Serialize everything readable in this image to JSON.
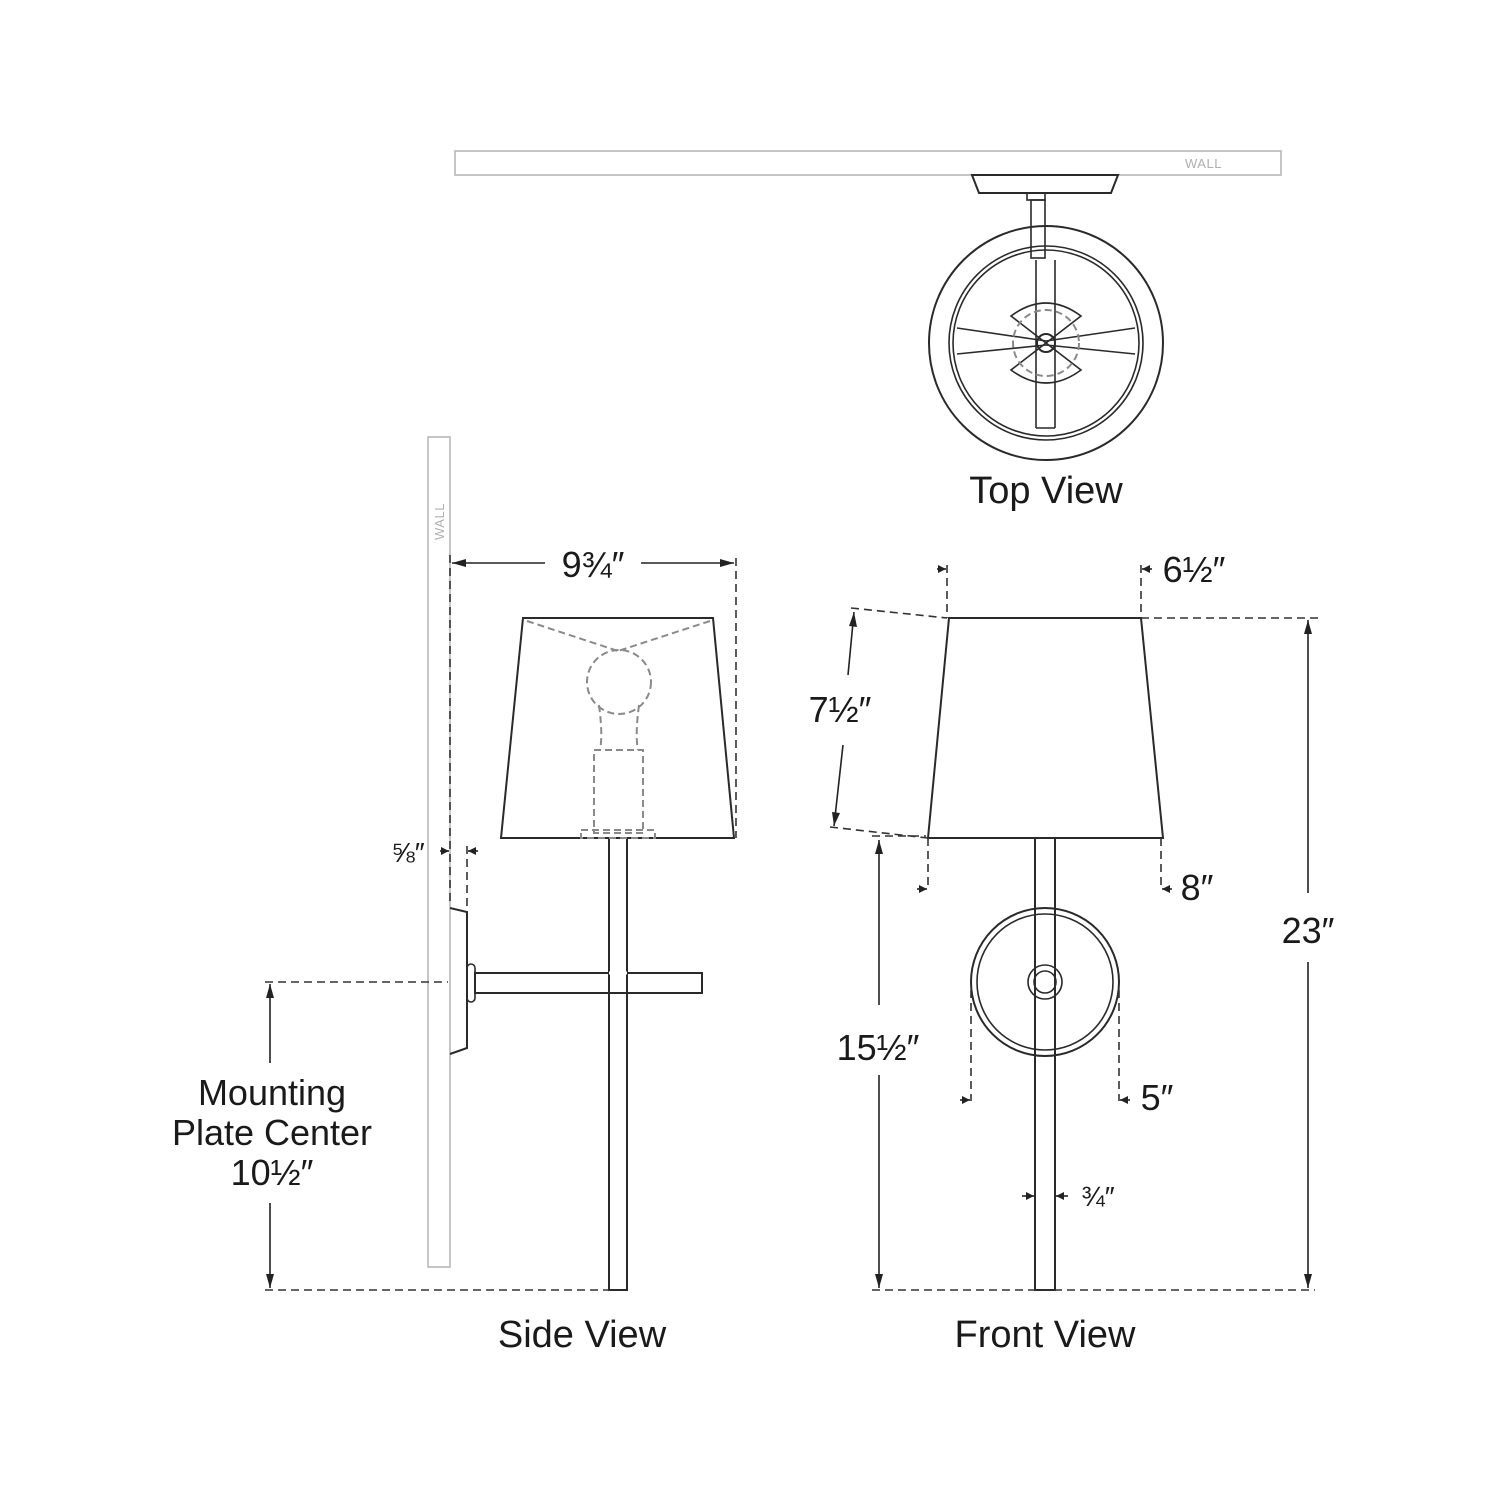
{
  "drawing": {
    "background": "#ffffff",
    "line_color": "#2a2a2a",
    "wall_color": "#b8b8b8",
    "hidden_line_color": "#8a8a8a"
  },
  "top_view": {
    "label": "Top View",
    "wall_label": "WALL"
  },
  "side_view": {
    "label": "Side View",
    "wall_label": "WALL",
    "dimensions": {
      "projection": "9¾″",
      "plate_depth": "⅝″",
      "mounting_label_line1": "Mounting",
      "mounting_label_line2": "Plate Center",
      "mounting_height": "10½″"
    }
  },
  "front_view": {
    "label": "Front View",
    "dimensions": {
      "shade_top_width": "6½″",
      "shade_height": "7½″",
      "shade_bottom_width": "8″",
      "overall_height": "23″",
      "shade_bottom_height": "15½″",
      "backplate_diameter": "5″",
      "stem_width": "¾″"
    }
  }
}
